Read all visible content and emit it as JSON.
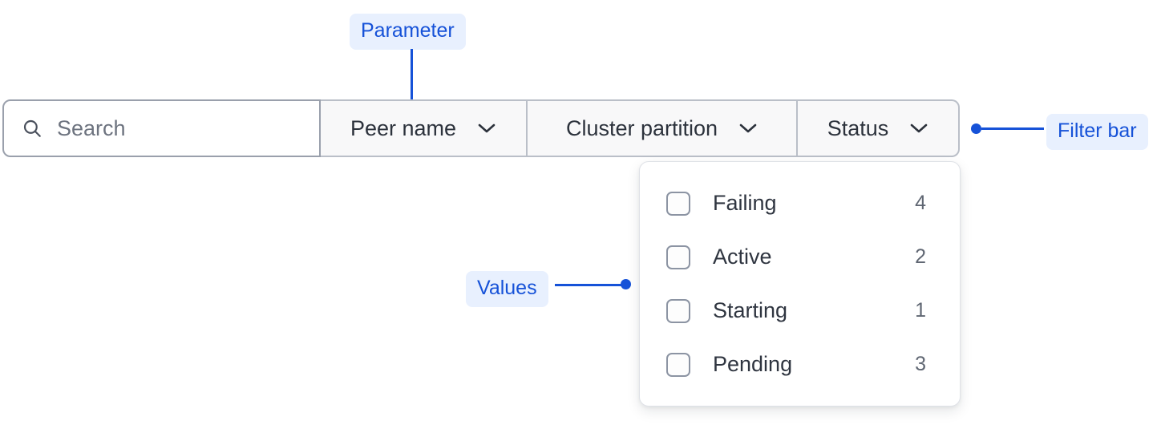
{
  "filter_bar": {
    "search": {
      "icon": "search-icon",
      "placeholder": "Search",
      "value": ""
    },
    "segments": [
      {
        "label": "Peer name",
        "icon": "chevron-down-icon"
      },
      {
        "label": "Cluster partition",
        "icon": "chevron-down-icon"
      },
      {
        "label": "Status",
        "icon": "chevron-down-icon"
      }
    ]
  },
  "dropdown": {
    "open_for": "Status",
    "options": [
      {
        "label": "Failing",
        "count": "4",
        "checked": false
      },
      {
        "label": "Active",
        "count": "2",
        "checked": false
      },
      {
        "label": "Starting",
        "count": "1",
        "checked": false
      },
      {
        "label": "Pending",
        "count": "3",
        "checked": false
      }
    ]
  },
  "annotations": {
    "parameter": "Parameter",
    "filter_bar": "Filter bar",
    "values": "Values"
  },
  "colors": {
    "accent": "#1652d8",
    "badge_bg": "#e8f0fe",
    "segment_bg": "#f8f8f9",
    "segment_border": "#babfc8",
    "search_border": "#9aa0ac",
    "text": "#2c323c",
    "muted_text": "#5f6672",
    "placeholder": "#6d737f",
    "panel_border": "#dfe2e7"
  }
}
